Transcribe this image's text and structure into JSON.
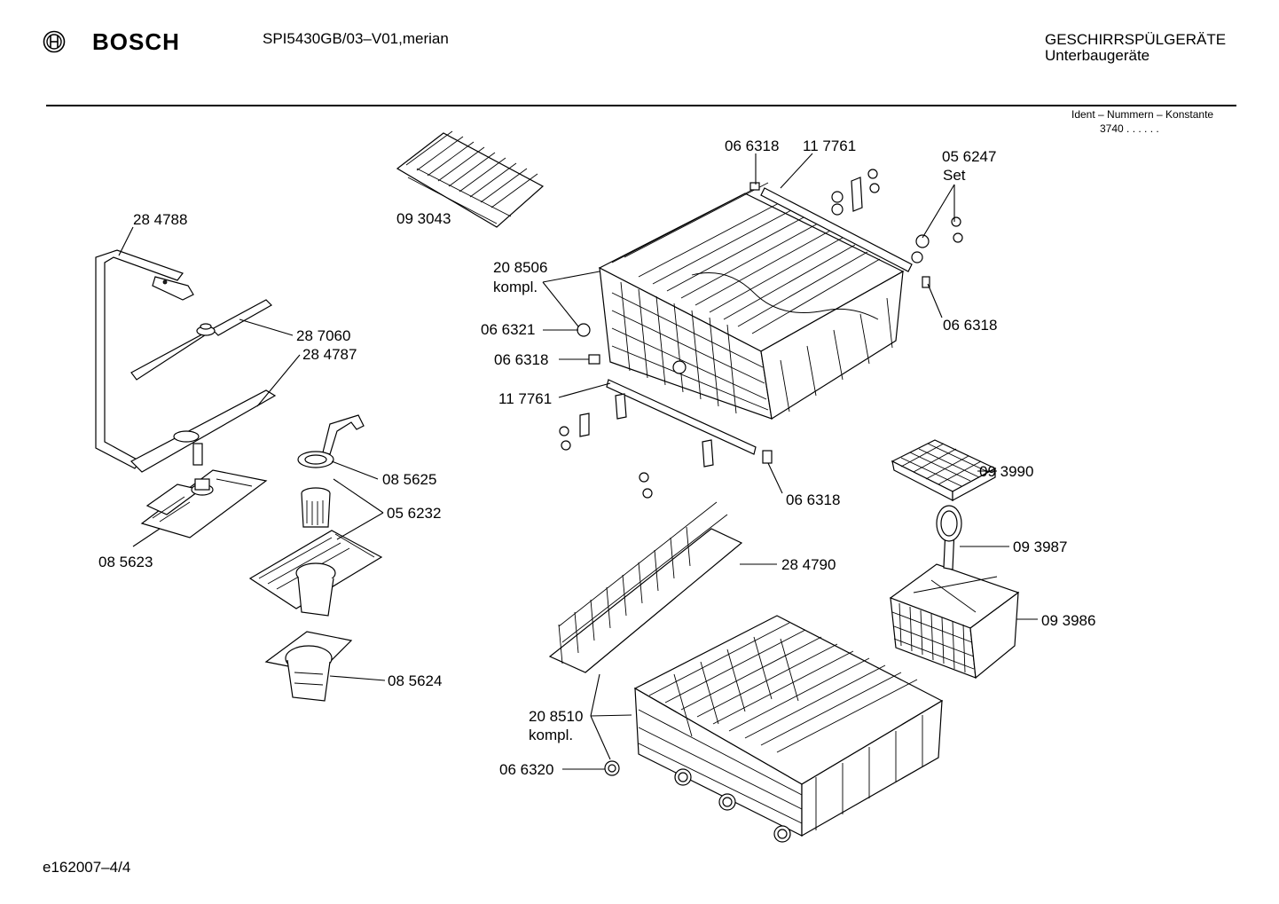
{
  "header": {
    "brand": "BOSCH",
    "model": "SPI5430GB/03–V01,merian",
    "category": "GESCHIRRSPÜLGERÄTE",
    "subcategory": "Unterbaugeräte",
    "ident_label": "Ident – Nummern – Konstante",
    "ident_value": "3740  .   .   .   .  .  ."
  },
  "parts": {
    "p284788": "28 4788",
    "p093043": "09 3043",
    "p066318_top": "06 6318",
    "p117761_top": "11 7761",
    "p056247": "05 6247",
    "p056247_set": "Set",
    "p208506": "20 8506",
    "p208506_kompl": "kompl.",
    "p287060": "28 7060",
    "p284787": "28 4787",
    "p066321": "06 6321",
    "p066318_right": "06 6318",
    "p066318_left": "06 6318",
    "p117761_mid": "11 7761",
    "p085625": "08 5625",
    "p056232": "05 6232",
    "p093990": "09 3990",
    "p066318_bottom": "06 6318",
    "p085623": "08 5623",
    "p093987": "09 3987",
    "p284790": "28 4790",
    "p093986": "09 3986",
    "p085624": "08 5624",
    "p208510": "20 8510",
    "p208510_kompl": "kompl.",
    "p066320": "06 6320"
  },
  "footer": {
    "doc_id": "e162007–4/4"
  },
  "icons": {
    "logo": "bosch-armature-logo"
  }
}
